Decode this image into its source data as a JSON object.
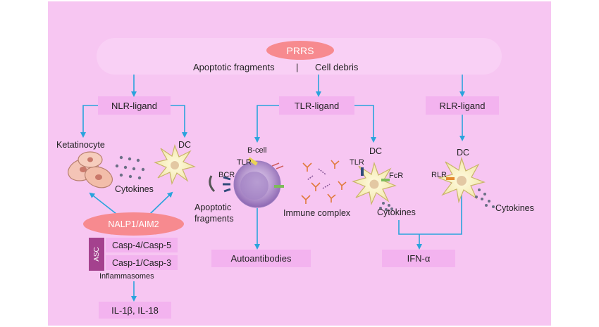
{
  "header": {
    "prrs": "PRRS",
    "apoptotic_fragments": "Apoptotic  fragments",
    "separator": "|",
    "cell_debris": "Cell debris"
  },
  "ligands": {
    "nlr": "NLR-ligand",
    "tlr": "TLR-ligand",
    "rlr": "RLR-ligand"
  },
  "nlr_branch": {
    "ketatinocyte": "Ketatinocyte",
    "dc": "DC",
    "cytokines": "Cytokines",
    "nalp": "NALP1/AIM2",
    "asc": "ASC",
    "casp_a": "Casp-4/Casp-5",
    "casp_b": "Casp-1/Casp-3",
    "inflammasomes": "Inflammasomes",
    "il": "IL-1β, IL-18"
  },
  "tlr_branch": {
    "b_cell": "B-cell",
    "tlr_b": "TLR",
    "bcr": "BCR",
    "apoptotic_fragments": "Apoptotic\nfragments",
    "immune_complex": "Immune complex",
    "dc": "DC",
    "tlr_dc": "TLR",
    "fcr": "FcR",
    "cytokines": "Cytokines",
    "autoantibodies": "Autoantibodies",
    "ifn": "IFN-α"
  },
  "rlr_branch": {
    "dc": "DC",
    "rlr": "RLR",
    "cytokines": "Cytokines"
  },
  "colors": {
    "background": "#f7c6f2",
    "box": "#f3b3ef",
    "oval": "#f78a8f",
    "asc": "#a4418e",
    "arrow": "#2aa3dc"
  }
}
